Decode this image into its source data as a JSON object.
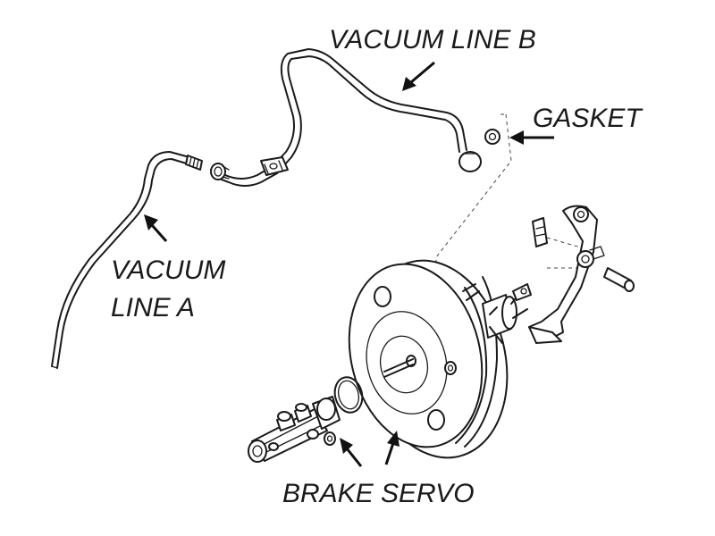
{
  "labels": {
    "vacuum_line_b": "VACUUM LINE B",
    "gasket": "GASKET",
    "vacuum_line_a_1": "VACUUM",
    "vacuum_line_a_2": "LINE A",
    "brake_servo": "BRAKE SERVO"
  },
  "colors": {
    "ink": "#1a1a1a",
    "background": "#ffffff"
  }
}
